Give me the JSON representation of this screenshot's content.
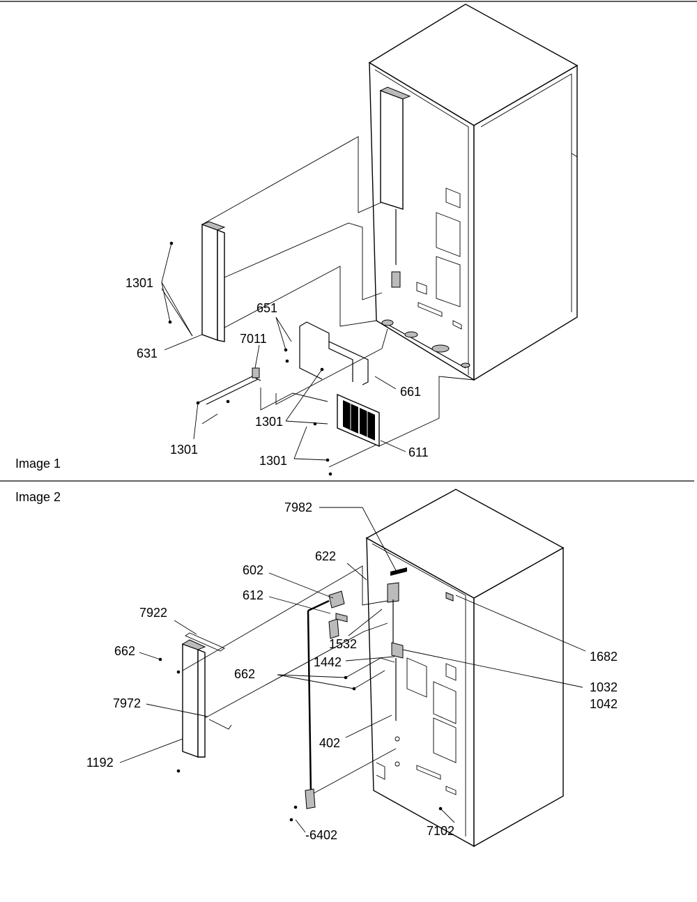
{
  "images": [
    {
      "caption": "Image 1",
      "callouts": [
        "1301",
        "631",
        "651",
        "7011",
        "661",
        "1301",
        "1301",
        "611",
        "1301"
      ]
    },
    {
      "caption": "Image 2",
      "callouts": [
        "7982",
        "622",
        "602",
        "612",
        "7922",
        "662",
        "1532",
        "1442",
        "1682",
        "662",
        "1032",
        "1042",
        "7972",
        "402",
        "1192",
        "7102",
        "-6402"
      ]
    }
  ]
}
